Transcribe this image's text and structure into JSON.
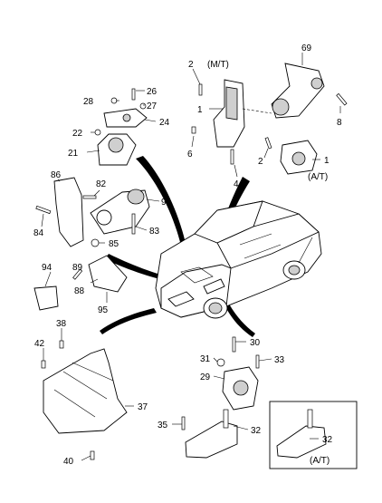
{
  "labels": {
    "n69": "69",
    "n2_mt": "2",
    "mt_tag": "(M/T)",
    "n1_mt": "1",
    "n8": "8",
    "n6": "6",
    "n4": "4",
    "n2_at": "2",
    "n1_at": "1",
    "at_tag_top": "(A/T)",
    "n28": "28",
    "n26": "26",
    "n27": "27",
    "n22": "22",
    "n24": "24",
    "n21": "21",
    "n86": "86",
    "n82": "82",
    "n91": "91",
    "n84": "84",
    "n83": "83",
    "n85": "85",
    "n94": "94",
    "n89": "89",
    "n88": "88",
    "n95": "95",
    "n38": "38",
    "n42": "42",
    "n37": "37",
    "n40": "40",
    "n30": "30",
    "n31": "31",
    "n33": "33",
    "n29": "29",
    "n35": "35",
    "n32": "32",
    "n32_box": "32",
    "at_tag_box": "(A/T)"
  },
  "colors": {
    "line": "#000000",
    "shade": "#cfcfcf",
    "background": "#ffffff"
  }
}
